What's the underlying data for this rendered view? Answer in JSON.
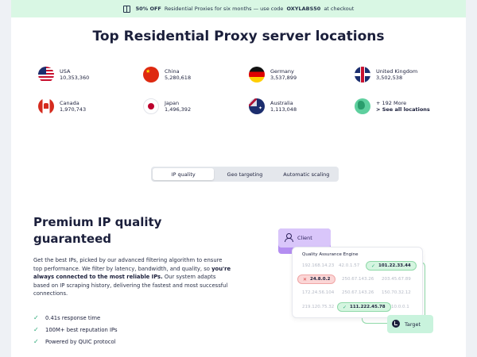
{
  "banner": {
    "prefix": "50% OFF",
    "text": "Residential Proxies for six months — use code",
    "code": "OXYLABS50",
    "suffix": "at checkout"
  },
  "locations": {
    "title": "Top Residential Proxy server locations",
    "items": [
      {
        "name": "USA",
        "value": "10,353,360",
        "flag": "usa-flag-icon"
      },
      {
        "name": "China",
        "value": "5,280,618",
        "flag": "china-flag-icon"
      },
      {
        "name": "Germany",
        "value": "3,537,899",
        "flag": "germany-flag-icon"
      },
      {
        "name": "United Kingdom",
        "value": "3,502,538",
        "flag": "uk-flag-icon"
      },
      {
        "name": "Canada",
        "value": "1,970,743",
        "flag": "canada-flag-icon"
      },
      {
        "name": "Japan",
        "value": "1,496,392",
        "flag": "japan-flag-icon"
      },
      {
        "name": "Australia",
        "value": "1,113,048",
        "flag": "australia-flag-icon"
      }
    ],
    "more": {
      "count": "+ 192 More",
      "link": "> See all locations",
      "icon": "globe-icon"
    }
  },
  "tabs": [
    {
      "label": "IP quality",
      "active": true
    },
    {
      "label": "Geo targeting",
      "active": false
    },
    {
      "label": "Automatic scaling",
      "active": false
    }
  ],
  "quality": {
    "heading": "Premium IP quality guaranteed",
    "desc_a": "Get the best IPs, picked by our advanced filtering algorithm to ensure top performance. We filter by latency, bandwidth, and quality, so ",
    "desc_bold": "you're always connected to the most reliable IPs.",
    "desc_b": " Our system adapts based on IP scraping history, delivering the fastest and most successful connections.",
    "features": [
      "0.41s response time",
      "100M+ best reputation IPs",
      "Powered by QUIC protocol"
    ]
  },
  "diagram": {
    "client_label": "Client",
    "engine_title": "Quality Assurance Engine",
    "faded_ips": [
      "192.168.14.23",
      "42.0.1.57",
      "250.67.143.26",
      "203.45.67.89",
      "172.24.56.104",
      "250.67.143.26",
      "150.70.32.12",
      "219.120.75.32",
      "10.0.0.1"
    ],
    "good_ips": [
      "101.22.33.44",
      "111.222.45.78"
    ],
    "bad_ip": "24.8.0.2",
    "target_label": "Target"
  },
  "colors": {
    "accent_green": "#2aa876",
    "client_purple": "#b48ef1",
    "banner_bg": "#d9f7e4"
  }
}
